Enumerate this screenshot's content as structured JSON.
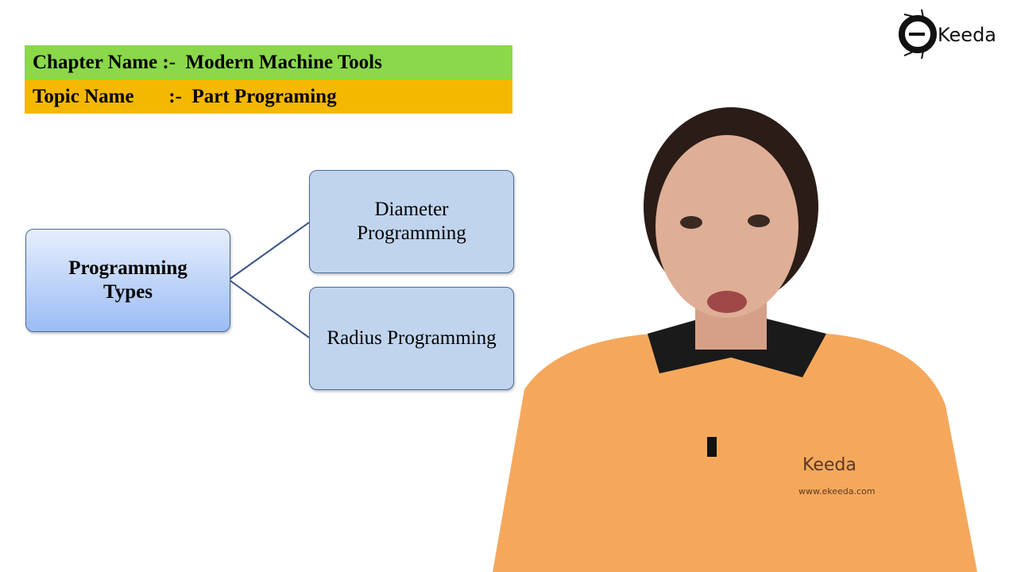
{
  "header": {
    "chapter": "Chapter Name :-  Modern Machine Tools",
    "topic": "Topic Name       :-  Part Programing",
    "chapter_color": "#8bd84b",
    "topic_color": "#f5b800"
  },
  "diagram": {
    "root": "Programming Types",
    "children": [
      "Diameter Programming",
      "Radius Programming"
    ]
  },
  "logo": {
    "text": "Keeda",
    "shirt_text": "www.ekeeda.com"
  }
}
